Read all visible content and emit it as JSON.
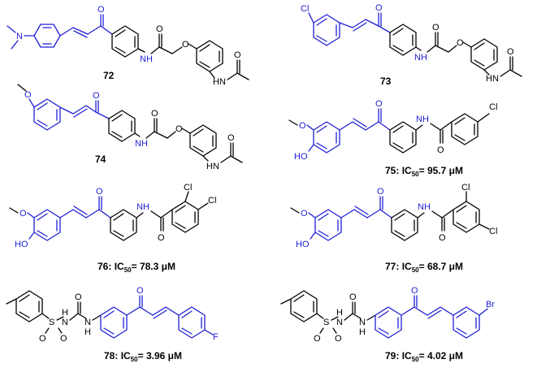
{
  "compounds": [
    {
      "id": "72",
      "label": "72",
      "ic50_label": "",
      "ic50_sub": "",
      "ic50_value": ""
    },
    {
      "id": "73",
      "label": "73",
      "ic50_label": "",
      "ic50_sub": "",
      "ic50_value": ""
    },
    {
      "id": "74",
      "label": "74",
      "ic50_label": "",
      "ic50_sub": "",
      "ic50_value": ""
    },
    {
      "id": "75",
      "label": "75",
      "ic50_label": ": IC",
      "ic50_sub": "50",
      "ic50_value": "= 95.7 μM"
    },
    {
      "id": "76",
      "label": "76",
      "ic50_label": ": IC",
      "ic50_sub": "50",
      "ic50_value": "= 78.3 μM"
    },
    {
      "id": "77",
      "label": "77",
      "ic50_label": ": IC",
      "ic50_sub": "50",
      "ic50_value": "= 68.7 μM"
    },
    {
      "id": "78",
      "label": "78",
      "ic50_label": ": IC",
      "ic50_sub": "50",
      "ic50_value": "= 3.96 μM"
    },
    {
      "id": "79",
      "label": "79",
      "ic50_label": ": IC",
      "ic50_sub": "50",
      "ic50_value": "= 4.02 μM"
    }
  ],
  "atoms": {
    "N": "N",
    "O": "O",
    "H": "H",
    "NH": "NH",
    "HN": "HN",
    "HO": "HO",
    "Cl": "Cl",
    "Br": "Br",
    "F": "F",
    "S": "S"
  },
  "colors": {
    "chalcone_core": "#1f1fd6",
    "substituent": "#000000",
    "background": "#ffffff"
  }
}
